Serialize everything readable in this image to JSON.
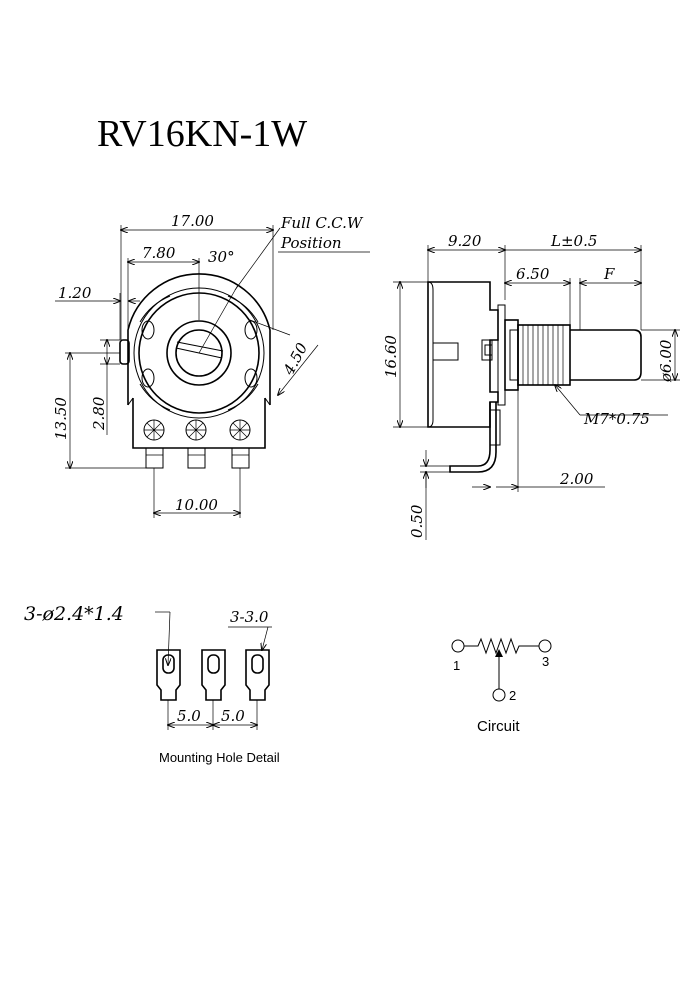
{
  "title": "RV16KN-1W",
  "front_view": {
    "dim_width": "17.00",
    "dim_center": "7.80",
    "dim_angle": "30°",
    "dim_left": "1.20",
    "dim_height": "13.50",
    "dim_tab": "2.80",
    "dim_slot": "4.50",
    "dim_pitch": "10.00",
    "note_line1": "Full C.C.W",
    "note_line2": "Position"
  },
  "side_view": {
    "dim_body": "9.20",
    "dim_length": "L±0.5",
    "dim_bushing": "6.50",
    "dim_flat": "F",
    "dim_height": "16.60",
    "dim_shaft": "ø6.00",
    "thread": "M7*0.75",
    "dim_pin": "2.00",
    "dim_thickness": "0.50"
  },
  "mounting": {
    "hole_label": "3-ø2.4*1.4",
    "slot_label": "3-3.0",
    "pitch_1": "5.0",
    "pitch_2": "5.0",
    "caption": "Mounting Hole Detail"
  },
  "circuit": {
    "pin_1": "1",
    "pin_2": "2",
    "pin_3": "3",
    "caption": "Circuit"
  }
}
